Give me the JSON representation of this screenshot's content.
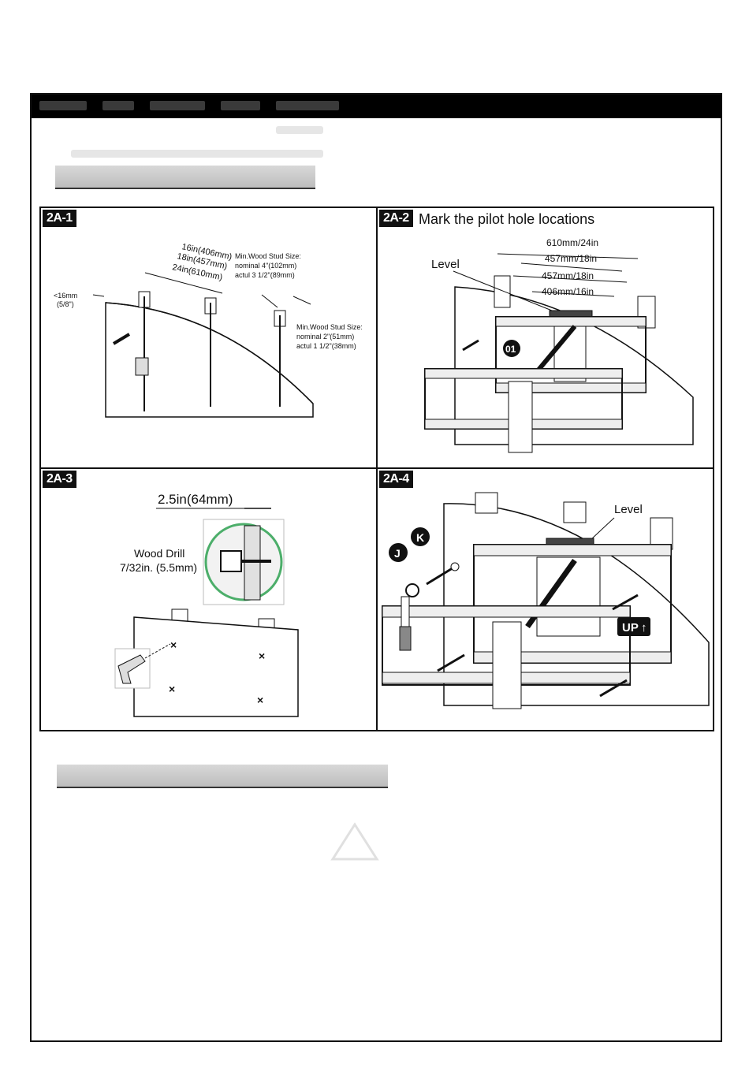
{
  "panels": {
    "p1": {
      "tag": "2A-1",
      "labels": {
        "edge": "<16mm",
        "edge2": "(5/8\")",
        "s16": "16in(406mm)",
        "s18": "18in(457mm)",
        "s24": "24in(610mm)",
        "stud_a1": "Min.Wood Stud Size:",
        "stud_a2": "nominal 4\"(102mm)",
        "stud_a3": "actul 3 1/2\"(89mm)",
        "stud_b1": "Min.Wood Stud Size:",
        "stud_b2": "nominal 2\"(51mm)",
        "stud_b3": "actul 1 1/2\"(38mm)"
      }
    },
    "p2": {
      "tag": "2A-2",
      "title": "Mark the pilot hole locations",
      "labels": {
        "d610": "610mm/24in",
        "d457a": "457mm/18in",
        "d457b": "457mm/18in",
        "d406": "406mm/16in",
        "level": "Level",
        "marker": "01"
      }
    },
    "p3": {
      "tag": "2A-3",
      "labels": {
        "depth": "2.5in(64mm)",
        "drill1": "Wood Drill",
        "drill2": "7/32in. (5.5mm)"
      }
    },
    "p4": {
      "tag": "2A-4",
      "labels": {
        "level": "Level",
        "j": "J",
        "k": "K",
        "up": "UP"
      }
    }
  },
  "colors": {
    "accent_green": "#4cae6a",
    "black": "#111111"
  }
}
